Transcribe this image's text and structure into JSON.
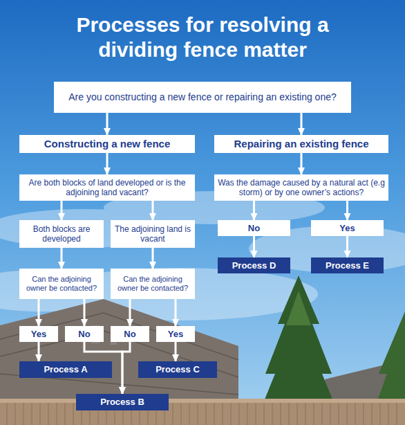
{
  "diagram": {
    "title": "Processes for resolving a dividing fence matter",
    "nodes": [
      {
        "text": [
          "Are you constructing a new fence or repairing an existing one?"
        ]
      },
      {
        "text": [
          "Constructing a new fence"
        ]
      },
      {
        "text": [
          "Repairing an existing fence"
        ]
      },
      {
        "text": [
          "Are both blocks of land developed or is the adjoining land vacant?"
        ]
      },
      {
        "text": [
          "Was the damage caused by a natural act (e.g storm) or by one owner’s actions?"
        ]
      },
      {
        "text": [
          "Both blocks are developed"
        ]
      },
      {
        "text": [
          "The adjoining land is vacant"
        ]
      },
      {
        "text": [
          "No"
        ]
      },
      {
        "text": [
          "Yes"
        ]
      },
      {
        "text": [
          "Can the adjoining owner be contacted?"
        ]
      },
      {
        "text": [
          "Can the adjoining owner be contacted?"
        ]
      },
      {
        "text": [
          "Process D"
        ]
      },
      {
        "text": [
          "Process E"
        ]
      },
      {
        "text": [
          "Yes"
        ]
      },
      {
        "text": [
          "No"
        ]
      },
      {
        "text": [
          "No"
        ]
      },
      {
        "text": [
          "Yes"
        ]
      },
      {
        "text": [
          "Process A"
        ]
      },
      {
        "text": [
          "Process C"
        ]
      },
      {
        "text": [
          "Process B"
        ]
      }
    ],
    "edges": [
      {
        "from": 0,
        "to": 1,
        "arrow": "to"
      },
      {
        "from": 0,
        "to": 2,
        "arrow": "to"
      },
      {
        "from": 1,
        "to": 3,
        "arrow": "to"
      },
      {
        "from": 2,
        "to": 4,
        "arrow": "to"
      },
      {
        "from": 3,
        "to": 5,
        "arrow": "to"
      },
      {
        "from": 3,
        "to": 6,
        "arrow": "to"
      },
      {
        "from": 4,
        "to": 7,
        "arrow": "to"
      },
      {
        "from": 4,
        "to": 8,
        "arrow": "to"
      },
      {
        "from": 5,
        "to": 9,
        "arrow": "to"
      },
      {
        "from": 6,
        "to": 10,
        "arrow": "to"
      },
      {
        "from": 7,
        "to": 11,
        "arrow": "to"
      },
      {
        "from": 8,
        "to": 12,
        "arrow": "to"
      },
      {
        "from": 9,
        "to": 13,
        "arrow": "to"
      },
      {
        "from": 9,
        "to": 14,
        "arrow": "to"
      },
      {
        "from": 10,
        "to": 15,
        "arrow": "to"
      },
      {
        "from": 10,
        "to": 16,
        "arrow": "to"
      },
      {
        "from": 13,
        "to": 17,
        "arrow": "to"
      },
      {
        "from": 14,
        "to": 19,
        "arrow": "to"
      },
      {
        "from": 15,
        "to": 19,
        "arrow": "to"
      },
      {
        "from": 16,
        "to": 18,
        "arrow": "to"
      }
    ]
  }
}
